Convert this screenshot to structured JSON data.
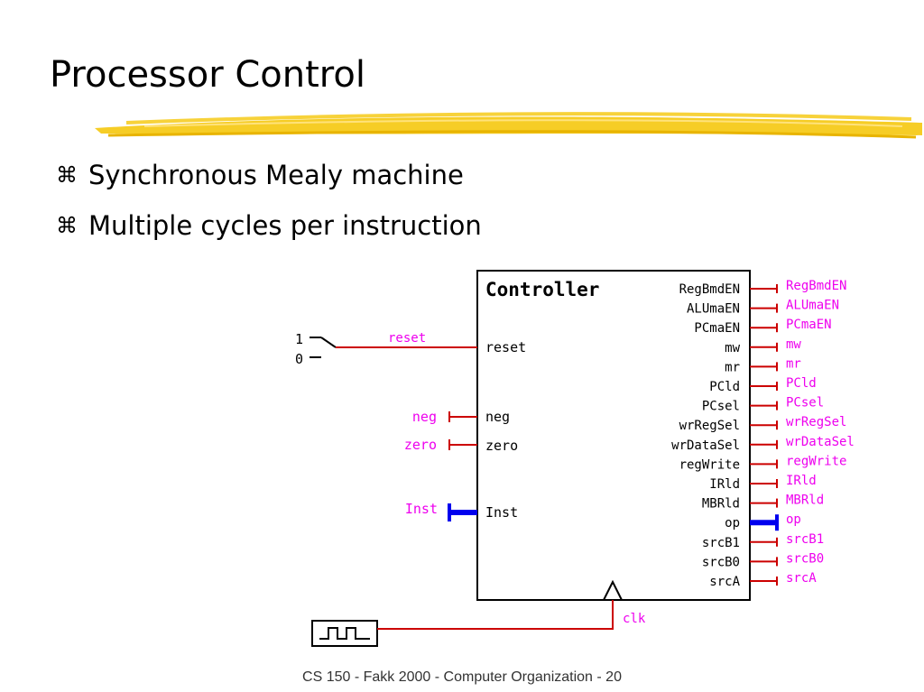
{
  "slide": {
    "title": "Processor Control",
    "bullets": [
      "Synchronous Mealy machine",
      "Multiple cycles per instruction"
    ],
    "footer": "CS 150 - Fakk 2000 - Computer Organization - 20"
  },
  "diagram": {
    "controller_title": "Controller",
    "switch_labels": {
      "one": "1",
      "zero": "0"
    },
    "inputs": [
      {
        "name": "reset",
        "label": "reset",
        "port": "reset",
        "bus": false
      },
      {
        "name": "neg",
        "label": "neg",
        "port": "neg",
        "bus": false
      },
      {
        "name": "zero",
        "label": "zero",
        "port": "zero",
        "bus": false
      },
      {
        "name": "inst",
        "label": "Inst",
        "port": "Inst",
        "bus": true
      }
    ],
    "outputs": [
      {
        "port": "RegBmdEN",
        "label": "RegBmdEN",
        "bus": false
      },
      {
        "port": "ALUmaEN",
        "label": "ALUmaEN",
        "bus": false
      },
      {
        "port": "PCmaEN",
        "label": "PCmaEN",
        "bus": false
      },
      {
        "port": "mw",
        "label": "mw",
        "bus": false
      },
      {
        "port": "mr",
        "label": "mr",
        "bus": false
      },
      {
        "port": "PCld",
        "label": "PCld",
        "bus": false
      },
      {
        "port": "PCsel",
        "label": "PCsel",
        "bus": false
      },
      {
        "port": "wrRegSel",
        "label": "wrRegSel",
        "bus": false
      },
      {
        "port": "wrDataSel",
        "label": "wrDataSel",
        "bus": false
      },
      {
        "port": "regWrite",
        "label": "regWrite",
        "bus": false
      },
      {
        "port": "IRld",
        "label": "IRld",
        "bus": false
      },
      {
        "port": "MBRld",
        "label": "MBRld",
        "bus": false
      },
      {
        "port": "op",
        "label": "op",
        "bus": true
      },
      {
        "port": "srcB1",
        "label": "srcB1",
        "bus": false
      },
      {
        "port": "srcB0",
        "label": "srcB0",
        "bus": false
      },
      {
        "port": "srcA",
        "label": "srcA",
        "bus": false
      }
    ],
    "clock_label": "clk",
    "colors": {
      "wire": "#cc0000",
      "label": "#ee00ee",
      "bus": "#0000ee",
      "box": "#000000",
      "highlight": "#f5c400"
    }
  }
}
